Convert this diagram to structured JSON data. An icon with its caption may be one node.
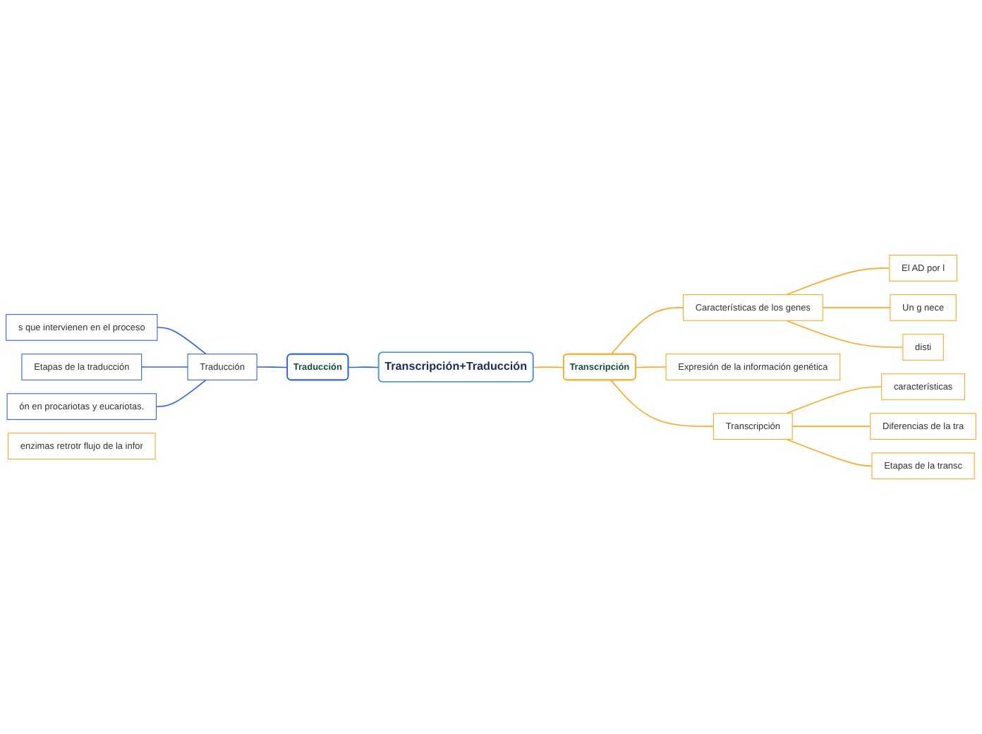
{
  "diagram": {
    "nodes": [
      {
        "text": [
          "Transcripción+Traducción"
        ]
      },
      {
        "text": [
          "Traducción"
        ]
      },
      {
        "text": [
          "Transcripción"
        ]
      },
      {
        "text": [
          "Traducción"
        ]
      },
      {
        "text": [
          "s que intervienen en el proceso"
        ]
      },
      {
        "text": [
          "Etapas de la traducción"
        ]
      },
      {
        "text": [
          "ón en procariotas y eucariotas."
        ]
      },
      {
        "text": [
          "Características de los genes"
        ]
      },
      {
        "text": [
          "El AD por l"
        ]
      },
      {
        "text": [
          "Un g nece"
        ]
      },
      {
        "text": [
          "disti"
        ]
      },
      {
        "text": [
          "Expresión de la información genética"
        ]
      },
      {
        "text": [
          "Transcripción"
        ]
      },
      {
        "text": [
          "características"
        ]
      },
      {
        "text": [
          "Diferencias de la tra"
        ]
      },
      {
        "text": [
          "Etapas de la transc"
        ]
      },
      {
        "text": [
          "enzimas retrotr flujo de la infor"
        ]
      }
    ],
    "edges": [
      {
        "from": 0,
        "to": 1,
        "arrow": "none",
        "color": "#2f5ff0"
      },
      {
        "from": 0,
        "to": 2,
        "arrow": "none"
      },
      {
        "from": 1,
        "to": 3,
        "arrow": "none",
        "color": "#2f5ff0"
      },
      {
        "from": 3,
        "to": 4,
        "arrow": "none",
        "color": "#2f5ff0"
      },
      {
        "from": 3,
        "to": 5,
        "arrow": "none",
        "color": "#2f5ff0"
      },
      {
        "from": 3,
        "to": 6,
        "arrow": "none",
        "color": "#2f5ff0"
      },
      {
        "from": 2,
        "to": 7,
        "arrow": "none"
      },
      {
        "from": 7,
        "to": 8,
        "arrow": "none"
      },
      {
        "from": 7,
        "to": 9,
        "arrow": "none"
      },
      {
        "from": 7,
        "to": 10,
        "arrow": "none"
      },
      {
        "from": 2,
        "to": 11,
        "arrow": "none"
      },
      {
        "from": 2,
        "to": 12,
        "arrow": "none"
      },
      {
        "from": 12,
        "to": 13,
        "arrow": "none"
      },
      {
        "from": 12,
        "to": 14,
        "arrow": "none"
      },
      {
        "from": 12,
        "to": 15,
        "arrow": "none"
      }
    ]
  }
}
